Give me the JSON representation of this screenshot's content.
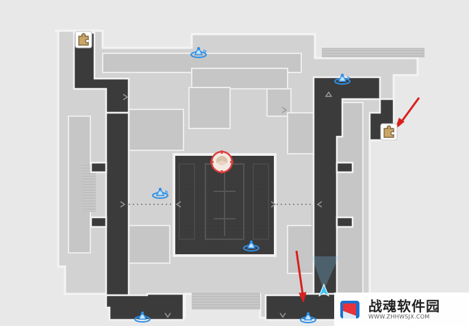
{
  "map": {
    "title": "",
    "colors": {
      "background": "#e6e6e6",
      "outer_wall": "#bdbdbd",
      "floor": "#d0d0d0",
      "corridor": "#3a3a3a",
      "central_hall": "#444444",
      "marker_blue": "#2f8fe6",
      "target_red": "#e03a3a",
      "arrow_red": "#d8201c",
      "player_cyan": "#3cc4ff",
      "puzzle_tan": "#c8a56a"
    }
  },
  "markers": [
    {
      "id": "space-anchor-top",
      "icon": "space-anchor-icon"
    },
    {
      "id": "space-anchor-right",
      "icon": "space-anchor-icon"
    },
    {
      "id": "space-anchor-left",
      "icon": "space-anchor-icon"
    },
    {
      "id": "space-anchor-center",
      "icon": "space-anchor-icon"
    },
    {
      "id": "space-anchor-bottom-left",
      "icon": "space-anchor-icon"
    },
    {
      "id": "space-anchor-bottom-right",
      "icon": "space-anchor-icon"
    },
    {
      "id": "puzzle-piece-top-left",
      "icon": "puzzle-piece-icon"
    },
    {
      "id": "puzzle-piece-right",
      "icon": "puzzle-piece-icon"
    },
    {
      "id": "boss-target",
      "icon": "target-portrait-icon"
    },
    {
      "id": "player-position",
      "icon": "player-arrow-icon"
    }
  ],
  "watermark": {
    "title": "战魂软件园",
    "url": "WWW.ZHHWSJX.COM",
    "logo_icon": "red-blue-box-logo-icon"
  }
}
